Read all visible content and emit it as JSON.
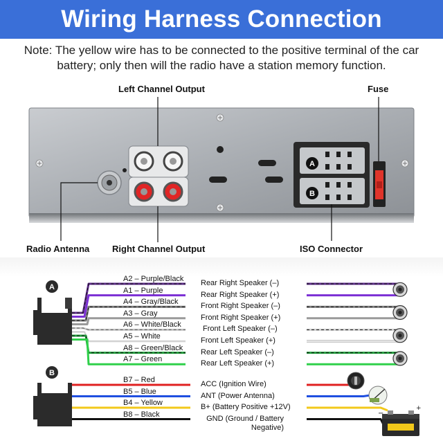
{
  "header": {
    "title": "Wiring Harness Connection"
  },
  "note": {
    "text": "Note: The yellow wire has to be connected to the positive terminal of the car battery; only then will the radio have a station memory function."
  },
  "callouts": {
    "left_channel": "Left Channel Output",
    "fuse": "Fuse",
    "radio_antenna": "Radio Antenna",
    "right_channel": "Right Channel Output",
    "iso_connector": "ISO Connector"
  },
  "connector_labels": {
    "a": "A",
    "b": "B"
  },
  "harness_a": [
    {
      "label": "A2 – Purple/Black",
      "color": "#5b2a86",
      "stripe": "#111111",
      "speaker": "Rear Right Speaker (–)"
    },
    {
      "label": "A1 – Purple",
      "color": "#7b2fd4",
      "stripe": "",
      "speaker": "Rear Right Speaker (+)"
    },
    {
      "label": "A4 – Gray/Black",
      "color": "#7a7a7a",
      "stripe": "#111111",
      "speaker": "Front Right Speaker (–)"
    },
    {
      "label": "A3 – Gray",
      "color": "#9a9a9a",
      "stripe": "",
      "speaker": "Front Right Speaker (+)"
    },
    {
      "label": "A6 – White/Black",
      "color": "#cfcfcf",
      "stripe": "#111111",
      "speaker": "Front Left Speaker (–)"
    },
    {
      "label": "A5 – White",
      "color": "#e6e6e6",
      "stripe": "",
      "speaker": "Front Left Speaker (+)"
    },
    {
      "label": "A8 – Green/Black",
      "color": "#1f9e3a",
      "stripe": "#111111",
      "speaker": "Rear Left Speaker (–)"
    },
    {
      "label": "A7 – Green",
      "color": "#2fd04a",
      "stripe": "",
      "speaker": "Rear Left Speaker (+)"
    }
  ],
  "harness_b": [
    {
      "label": "B7 – Red",
      "color": "#e02020",
      "func": "ACC (Ignition Wire)"
    },
    {
      "label": "B5 – Blue",
      "color": "#1f4fe0",
      "func": "ANT (Power Antenna)"
    },
    {
      "label": "B4 – Yellow",
      "color": "#f2c81a",
      "func": "B+ (Battery Positive +12V)"
    },
    {
      "label": "B8 – Black",
      "color": "#111111",
      "func": "GND (Ground / Battery Negative)"
    }
  ],
  "icons": [
    "speaker-icon",
    "ignition-switch-icon",
    "power-antenna-icon",
    "car-battery-icon"
  ]
}
